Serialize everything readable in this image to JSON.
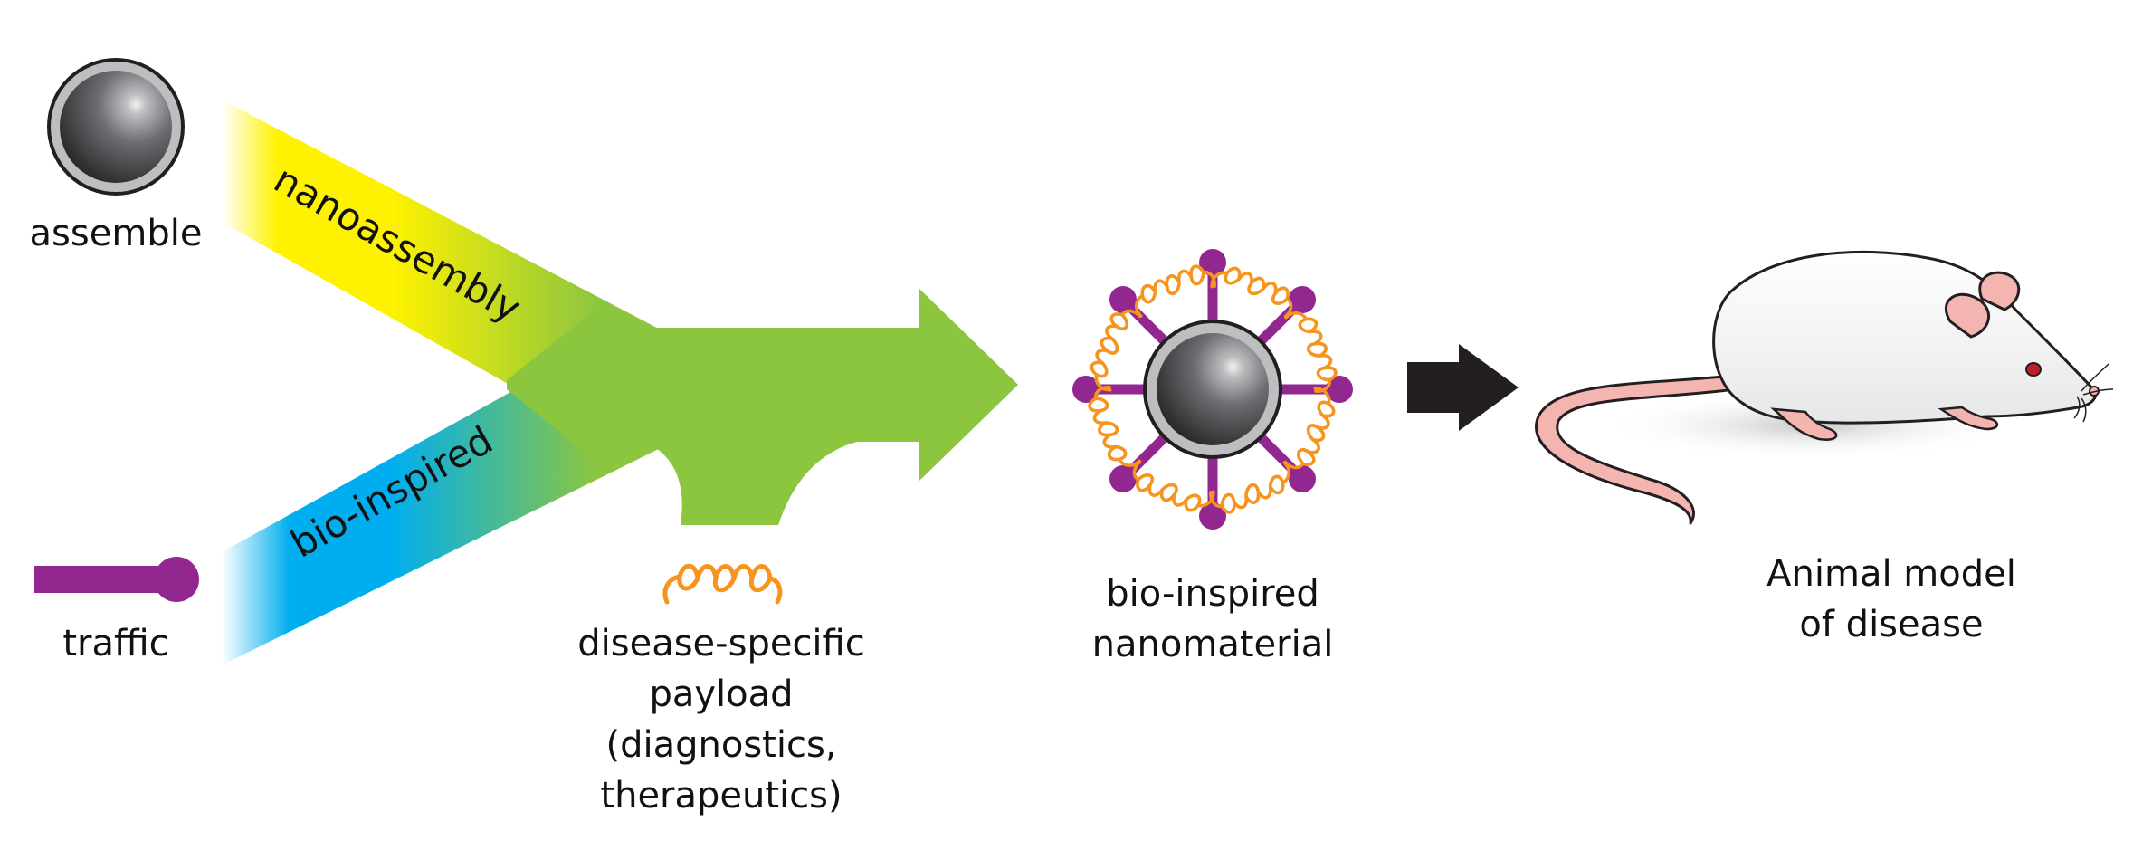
{
  "labels": {
    "assemble": "assemble",
    "traffic": "traffic",
    "nanoassembly": "nanoassembly",
    "bio_inspired_path": "bio-inspired",
    "payload": [
      "disease-specific",
      "payload",
      "(diagnostics,",
      "therapeutics)"
    ],
    "nanomaterial": [
      "bio-inspired",
      "nanomaterial"
    ],
    "animal_model": [
      "Animal model",
      "of disease"
    ]
  },
  "colors": {
    "green": "#8cc63f",
    "yellow": "#fff200",
    "blue": "#00aeef",
    "purple": "#92278f",
    "orange": "#f7941d",
    "black": "#231f20",
    "mouse_pink": "#f4b5b0",
    "particle_gray": "#58595b"
  },
  "icons": {
    "nanoparticle": "sphere-icon",
    "peptide": "purple-ligand-icon",
    "payload": "orange-coil-icon",
    "mouse": "mouse-icon"
  }
}
